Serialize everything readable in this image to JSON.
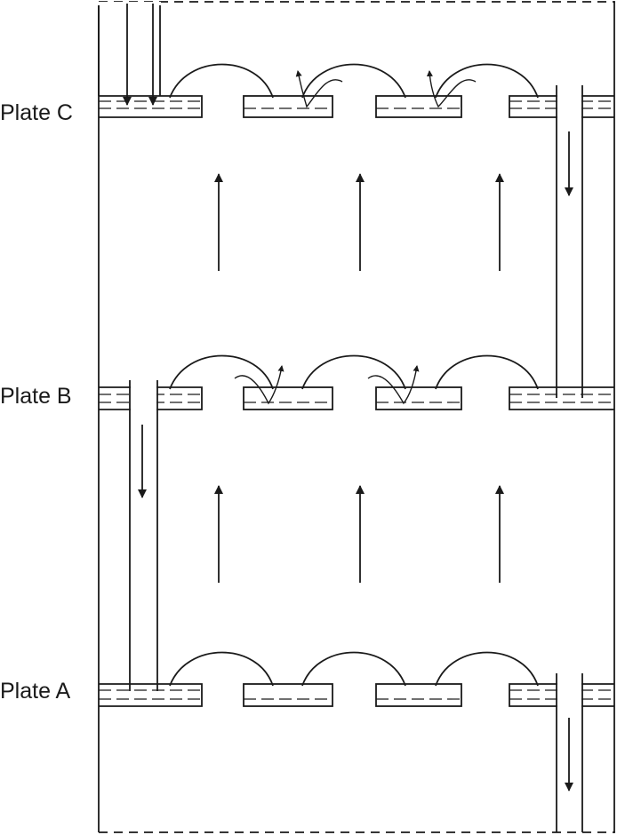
{
  "plates": [
    {
      "id": "C",
      "label": "Plate C"
    },
    {
      "id": "B",
      "label": "Plate B"
    },
    {
      "id": "A",
      "label": "Plate A"
    }
  ],
  "colors": {
    "line": "#1a1a1a",
    "background": "#ffffff"
  }
}
